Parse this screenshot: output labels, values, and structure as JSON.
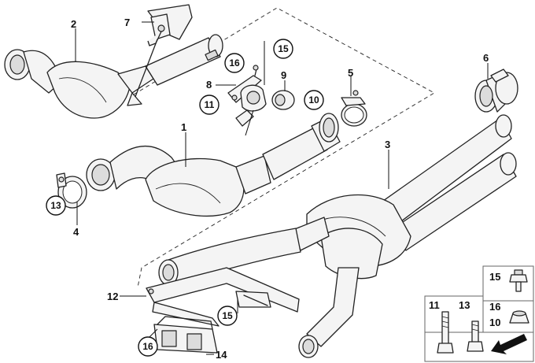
{
  "callouts": {
    "c1": "1",
    "c2": "2",
    "c3": "3",
    "c4": "4",
    "c5": "5",
    "c6": "6",
    "c7": "7",
    "c8": "8",
    "c9": "9",
    "c10": "10",
    "c11": "11",
    "c12": "12",
    "c13": "13",
    "c14": "14",
    "c15": "15",
    "c16": "16"
  },
  "legend": {
    "n11": "11",
    "n13": "13",
    "n15": "15",
    "n16": "16",
    "n10": "10"
  },
  "colors": {
    "line": "#222222",
    "part_fill": "#f4f4f4",
    "background": "#ffffff"
  }
}
